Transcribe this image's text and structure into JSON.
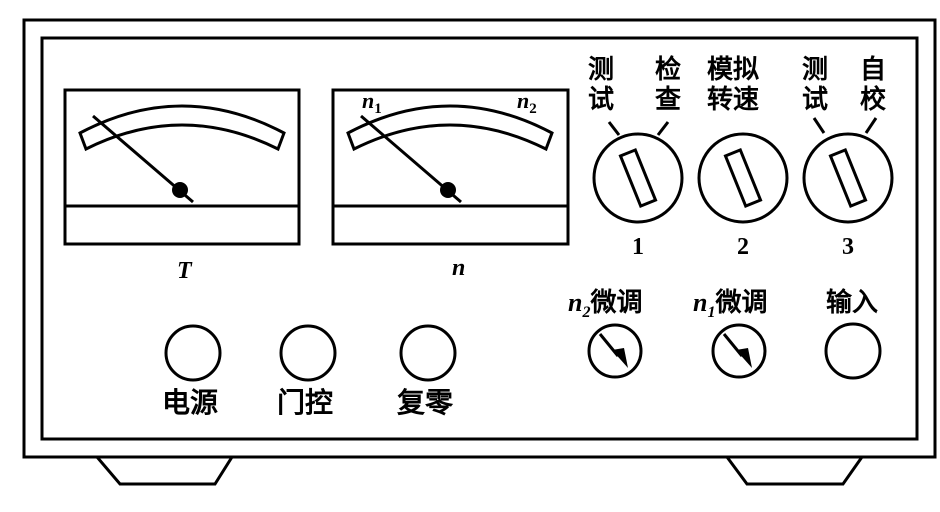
{
  "meters": {
    "torque": {
      "symbol": "T"
    },
    "speed": {
      "symbol": "n",
      "left_mark": {
        "base": "n",
        "sub": "1"
      },
      "right_mark": {
        "base": "n",
        "sub": "2"
      }
    }
  },
  "switches": [
    {
      "number": "1",
      "left": [
        "测",
        "试"
      ],
      "right": [
        "检",
        "查"
      ]
    },
    {
      "number": "2",
      "top": [
        "模拟",
        "转速"
      ]
    },
    {
      "number": "3",
      "left": [
        "测",
        "试"
      ],
      "right": [
        "自",
        "校"
      ]
    }
  ],
  "fine_tune": [
    {
      "base": "n",
      "sub": "2",
      "text": "微调"
    },
    {
      "base": "n",
      "sub": "1",
      "text": "微调"
    }
  ],
  "input": {
    "label": "输入"
  },
  "buttons": [
    {
      "label": "电源"
    },
    {
      "label": "门控"
    },
    {
      "label": "复零"
    }
  ]
}
